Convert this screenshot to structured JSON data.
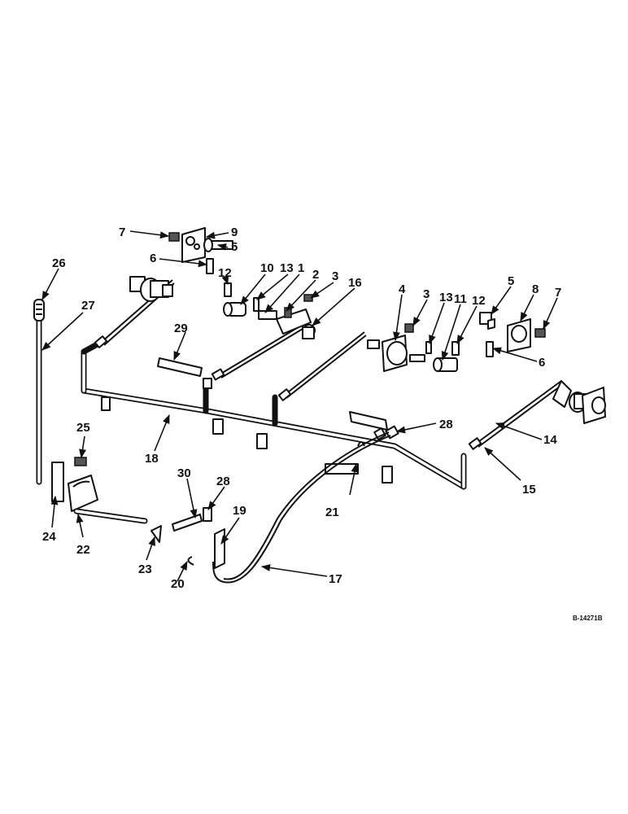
{
  "diagram": {
    "callouts": [
      "1",
      "2",
      "3",
      "4",
      "5",
      "6",
      "7",
      "8",
      "9",
      "10",
      "11",
      "12",
      "13",
      "14",
      "15",
      "16",
      "17",
      "18",
      "19",
      "20",
      "21",
      "22",
      "23",
      "24",
      "25",
      "26",
      "27",
      "28",
      "29",
      "30"
    ],
    "drawing_number": "B-14271B"
  }
}
